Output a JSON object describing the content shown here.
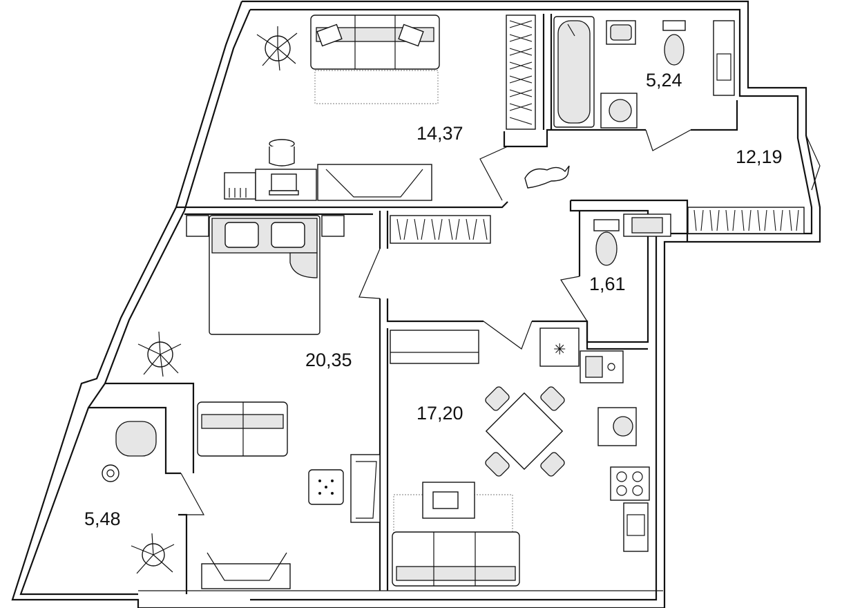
{
  "rooms": [
    {
      "id": "living-room",
      "area": "14,37"
    },
    {
      "id": "wc-bath",
      "area": "5,24"
    },
    {
      "id": "hallway",
      "area": "12,19"
    },
    {
      "id": "toilet",
      "area": "1,61"
    },
    {
      "id": "bedroom",
      "area": "20,35"
    },
    {
      "id": "kitchen",
      "area": "17,20"
    },
    {
      "id": "balcony",
      "area": "5,48"
    }
  ],
  "colors": {
    "walls": "#111111",
    "upholstery": "#e6e6e6",
    "background": "#ffffff"
  },
  "icons": [
    "plant-icon",
    "sofa-icon",
    "bed-icon",
    "bathtub-icon",
    "toilet-icon",
    "sink-icon",
    "washing-machine-icon",
    "cooktop-icon",
    "dining-table-icon",
    "armchair-icon",
    "laptop-icon",
    "cooking-pot-icon",
    "cat-icon",
    "wardrobe-icon"
  ]
}
